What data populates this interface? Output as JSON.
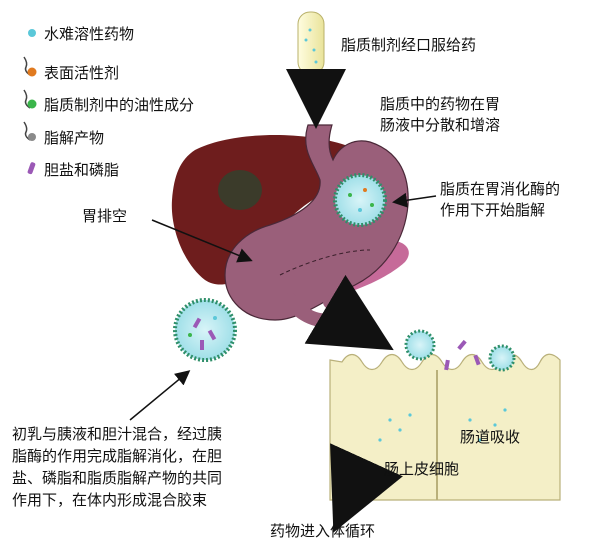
{
  "legend": {
    "items": [
      {
        "label": "水难溶性药物",
        "icon": "drug-dot-icon",
        "color": "#5bc8d9"
      },
      {
        "label": "表面活性剂",
        "icon": "surfactant-icon",
        "color": "#e07a1f"
      },
      {
        "label": "脂质制剂中的油性成分",
        "icon": "oil-component-icon",
        "color": "#3ab54a"
      },
      {
        "label": "脂解产物",
        "icon": "lipolysis-product-icon",
        "color": "#8a8a8a"
      },
      {
        "label": "胆盐和磷脂",
        "icon": "bile-salt-icon",
        "color": "#9b59b6"
      }
    ]
  },
  "labels": {
    "oral_admin": "脂质制剂经口服给药",
    "stomach_disperse_1": "脂质中的药物在胃",
    "stomach_disperse_2": "肠液中分散和增溶",
    "lipolysis_start_1": "脂质在胃消化酶的",
    "lipolysis_start_2": "作用下开始脂解",
    "gastric_emptying": "胃排空",
    "micelle_line1": "初乳与胰液和胆汁混合，经过胰",
    "micelle_line2": "脂酶的作用完成脂解消化，在胆",
    "micelle_line3": "盐、磷脂和脂质脂解产物的共同",
    "micelle_line4": "作用下，在体内形成混合胶束",
    "intestinal_absorption": "肠道吸收",
    "epithelial_cells": "肠上皮细胞",
    "systemic_circulation": "药物进入体循环"
  },
  "colors": {
    "liver": "#6e1d1d",
    "stomach": "#9a5f7a",
    "pancreas": "#c05a8e",
    "cell": "#f4efc7"
  }
}
